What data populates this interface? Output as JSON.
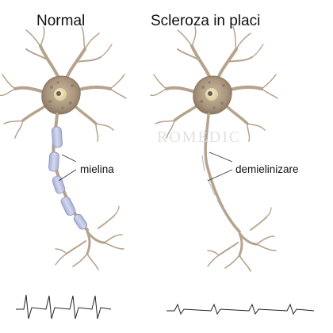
{
  "titles": {
    "normal": "Normal",
    "ms": "Scleroza in placi"
  },
  "labels": {
    "myelin": "mielina",
    "demyelination": "demielinizare"
  },
  "watermark": "ROMEDIC",
  "colors": {
    "neuron_body": "#c9b8a2",
    "neuron_outline": "#a38e78",
    "nucleus": "#e6dbb5",
    "myelin": "#b9bfdc",
    "myelin_outline": "#8c93bb",
    "signal_line": "#222222"
  },
  "icons": {
    "neuron": "neuron-icon"
  }
}
